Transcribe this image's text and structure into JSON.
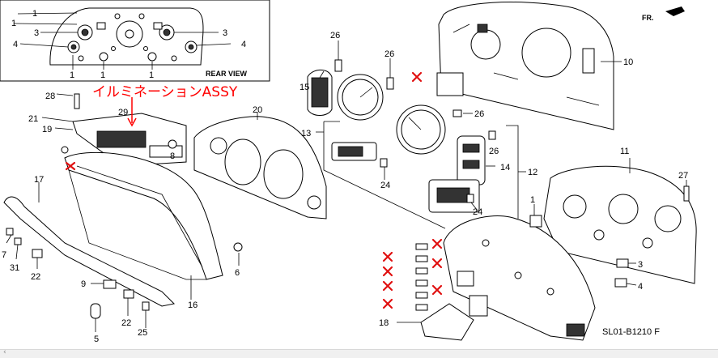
{
  "callout_text": "イルミネーションASSY",
  "rear_view_label": "REAR VIEW",
  "fr_label": "FR.",
  "diagram_code": "SL01-B1210 F",
  "part_numbers": {
    "p1a": "1",
    "p1b": "1",
    "p1c": "1",
    "p1d": "1",
    "p1e": "1",
    "p3a": "3",
    "p3b": "3",
    "p4a": "4",
    "p4b": "4",
    "p4c": "4",
    "p5": "5",
    "p6": "6",
    "p7": "7",
    "p8": "8",
    "p9": "9",
    "p10": "10",
    "p11": "11",
    "p12": "12",
    "p13": "13",
    "p14": "14",
    "p15": "15",
    "p16": "16",
    "p17": "17",
    "p18": "18",
    "p19": "19",
    "p20": "20",
    "p21": "21",
    "p22a": "22",
    "p22b": "22",
    "p24a": "24",
    "p24b": "24",
    "p25": "25",
    "p26a": "26",
    "p26b": "26",
    "p26c": "26",
    "p26d": "26",
    "p27": "27",
    "p28": "28",
    "p29": "29",
    "p31": "31"
  },
  "colors": {
    "callout": "#ff0000",
    "cross": "#e01010",
    "ink": "#000000"
  }
}
